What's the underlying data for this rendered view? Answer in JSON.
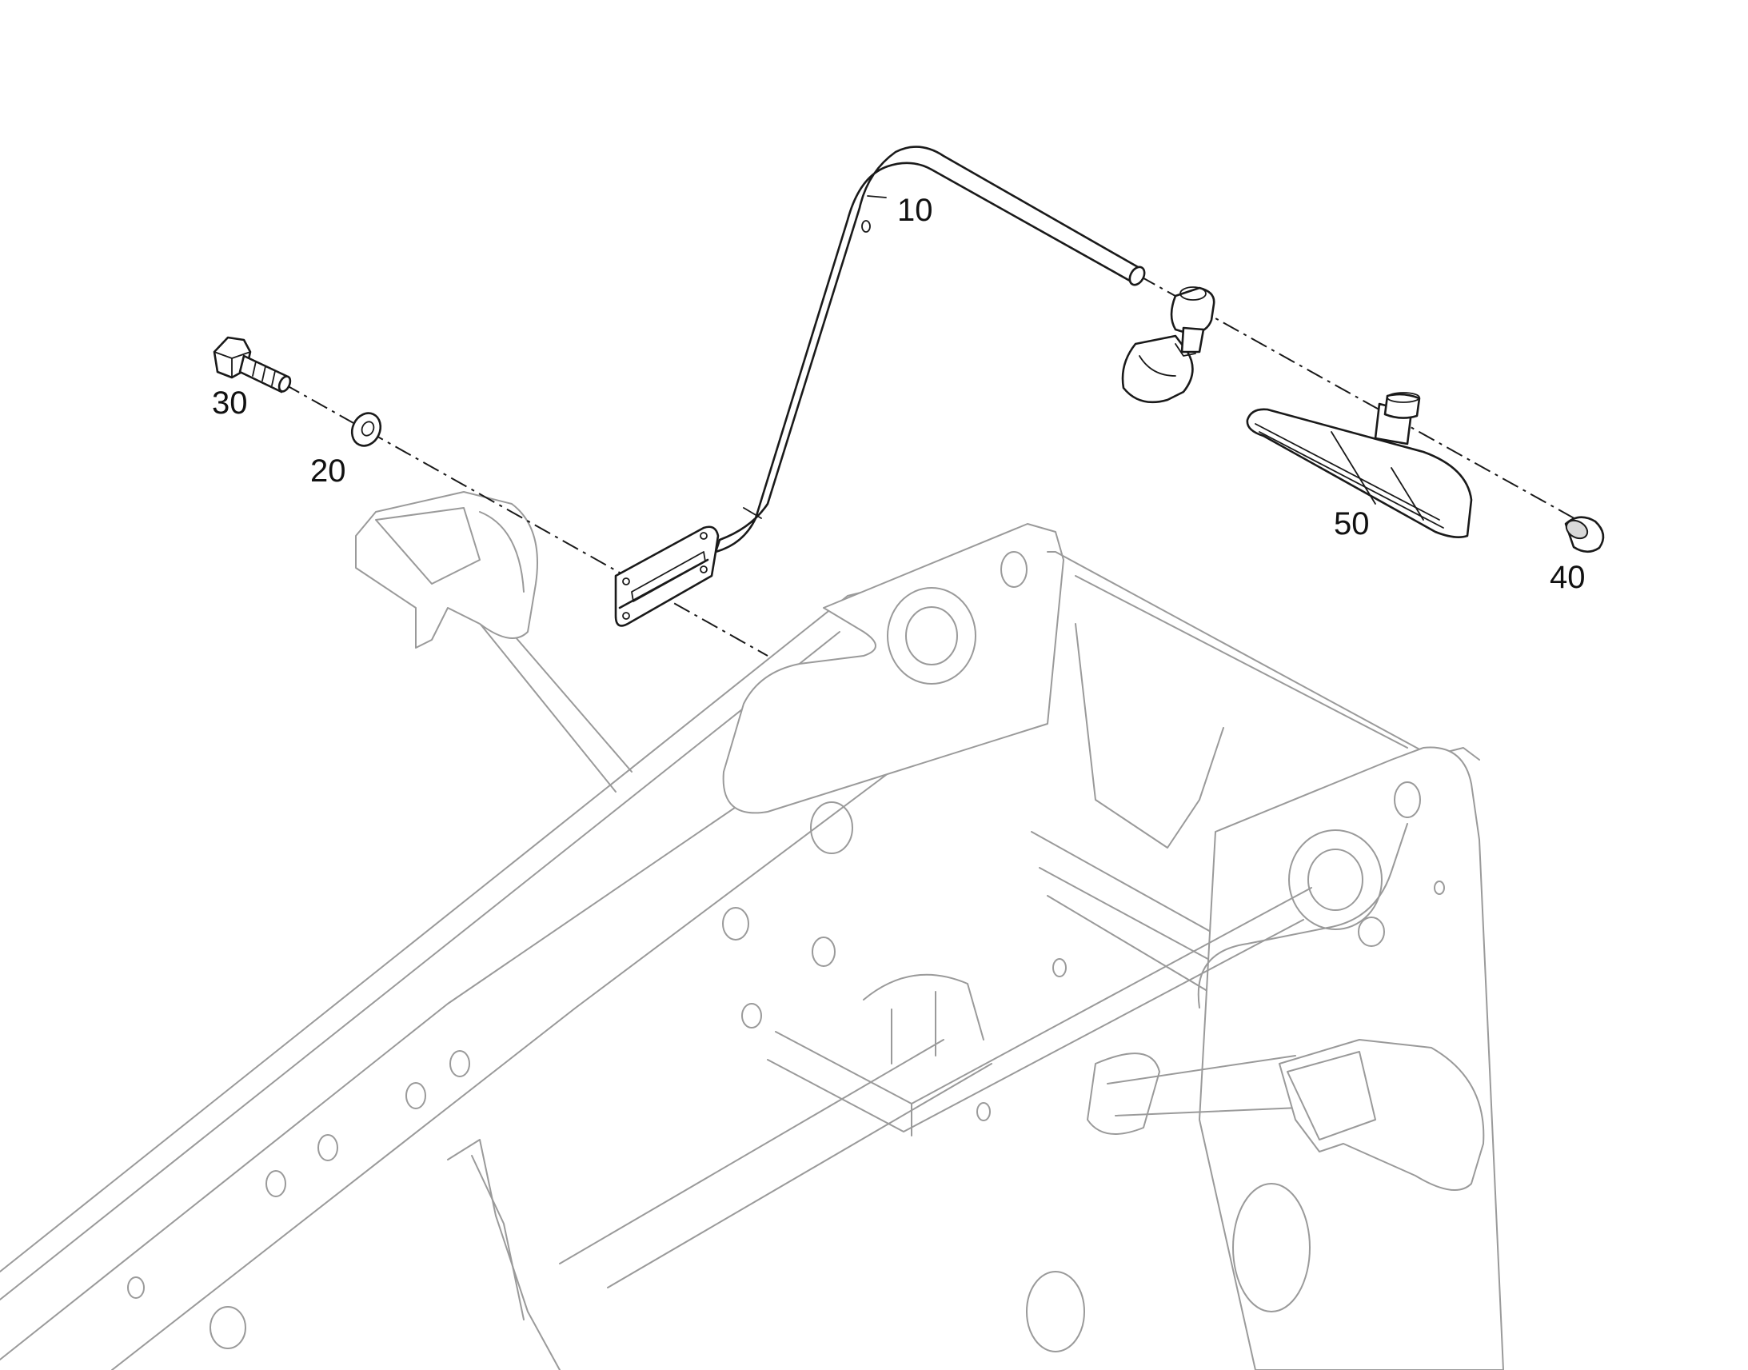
{
  "callouts": {
    "handle_bar": "10",
    "washer": "20",
    "bolt": "30",
    "cap": "40",
    "mirror": "50"
  },
  "colors": {
    "part_stroke": "#1a1a1a",
    "frame_stroke": "#9a9a9a",
    "background": "#ffffff"
  }
}
